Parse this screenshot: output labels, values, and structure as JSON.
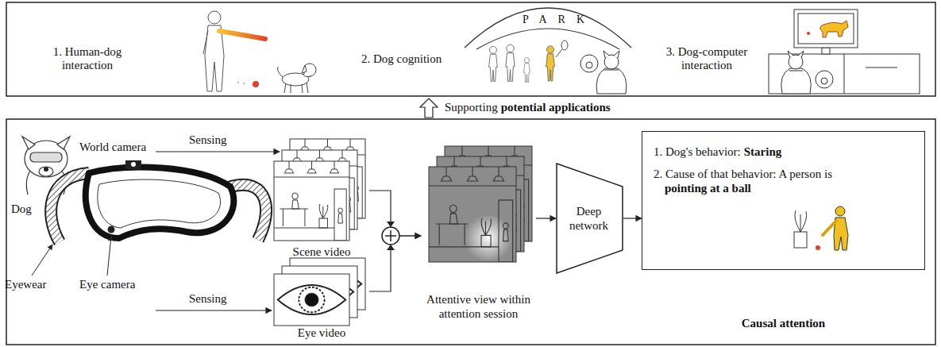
{
  "diagram": {
    "nodes": [
      {
        "text": [
          "Scene video"
        ]
      },
      {
        "text": [
          "Eye video"
        ]
      },
      {
        "text": [
          "Attentive view within attention session"
        ]
      },
      {
        "text": [
          "Deep network"
        ]
      },
      {
        "text": [
          "1. Dog's behavior:",
          "Staring",
          "2. Cause of that behavior: A person is",
          "pointing at a ball",
          "Causal attention"
        ]
      }
    ],
    "edges": [
      {
        "from": 0,
        "to": 2,
        "arrow": "to"
      },
      {
        "from": 1,
        "to": 2,
        "arrow": "to"
      },
      {
        "from": 2,
        "to": 3,
        "arrow": "to"
      },
      {
        "from": 3,
        "to": 4,
        "arrow": "to"
      }
    ],
    "labels": [
      "1. Human-dog interaction",
      "PARK",
      "2. Dog cognition",
      "3. Dog-computer interaction",
      "Supporting",
      "potential applications",
      "World camera",
      "Sensing",
      "Dog",
      "Eyewear",
      "Eye camera",
      "Sensing"
    ]
  }
}
